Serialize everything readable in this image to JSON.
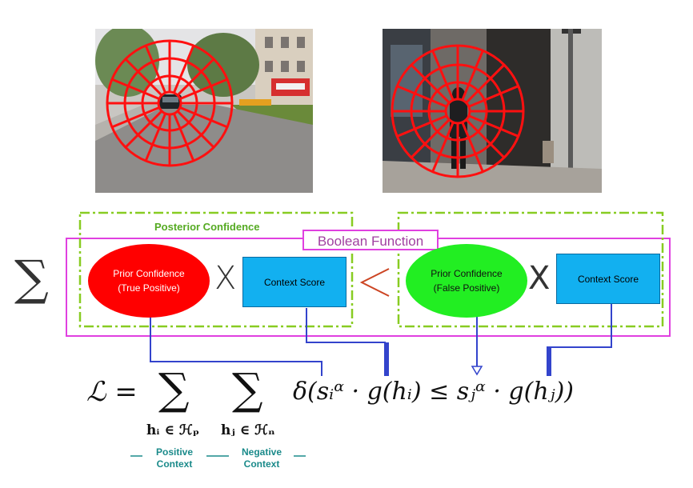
{
  "diagram": {
    "posterior_label": "Posterior Confidence",
    "boolean_label": "Boolean Function",
    "prior_true": {
      "line1": "Prior Confidence",
      "line2": "(True Positive)"
    },
    "prior_false": {
      "line1": "Prior Confidence",
      "line2": "(False Positive)"
    },
    "context_score_left": "Context Score",
    "context_score_right": "Context Score",
    "multiply_symbol": "X",
    "less_than_symbol": "<",
    "sum_symbol": "∑",
    "positive_context": {
      "line1": "Positive",
      "line2": "Context"
    },
    "negative_context": {
      "line1": "Negative",
      "line2": "Context"
    },
    "colors": {
      "red": "#ff0000",
      "green": "#22ee22",
      "blue": "#12b0f0",
      "dash_green": "#88cc22",
      "magenta": "#e040e0",
      "connector_blue": "#3344cc"
    }
  },
  "equation": {
    "lhs": "ℒ =",
    "sum1_sub": "hᵢ ∈ ℋₚ",
    "sum2_sub": "hⱼ ∈ ℋₙ",
    "body": "δ(sᵢᵅ · g(hᵢ) ≤ sⱼᵅ · g(hⱼ))"
  }
}
